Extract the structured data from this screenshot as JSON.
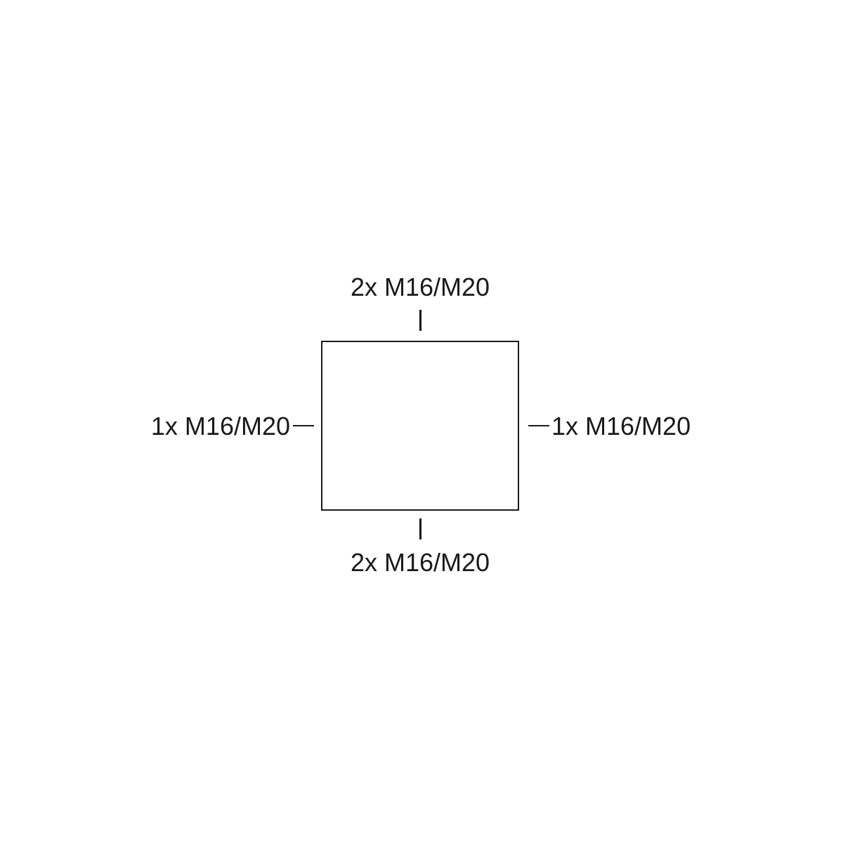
{
  "diagram": {
    "entries": {
      "top": "2x M16/M20",
      "bottom": "2x M16/M20",
      "left": "1x M16/M20",
      "right": "1x M16/M20"
    }
  }
}
